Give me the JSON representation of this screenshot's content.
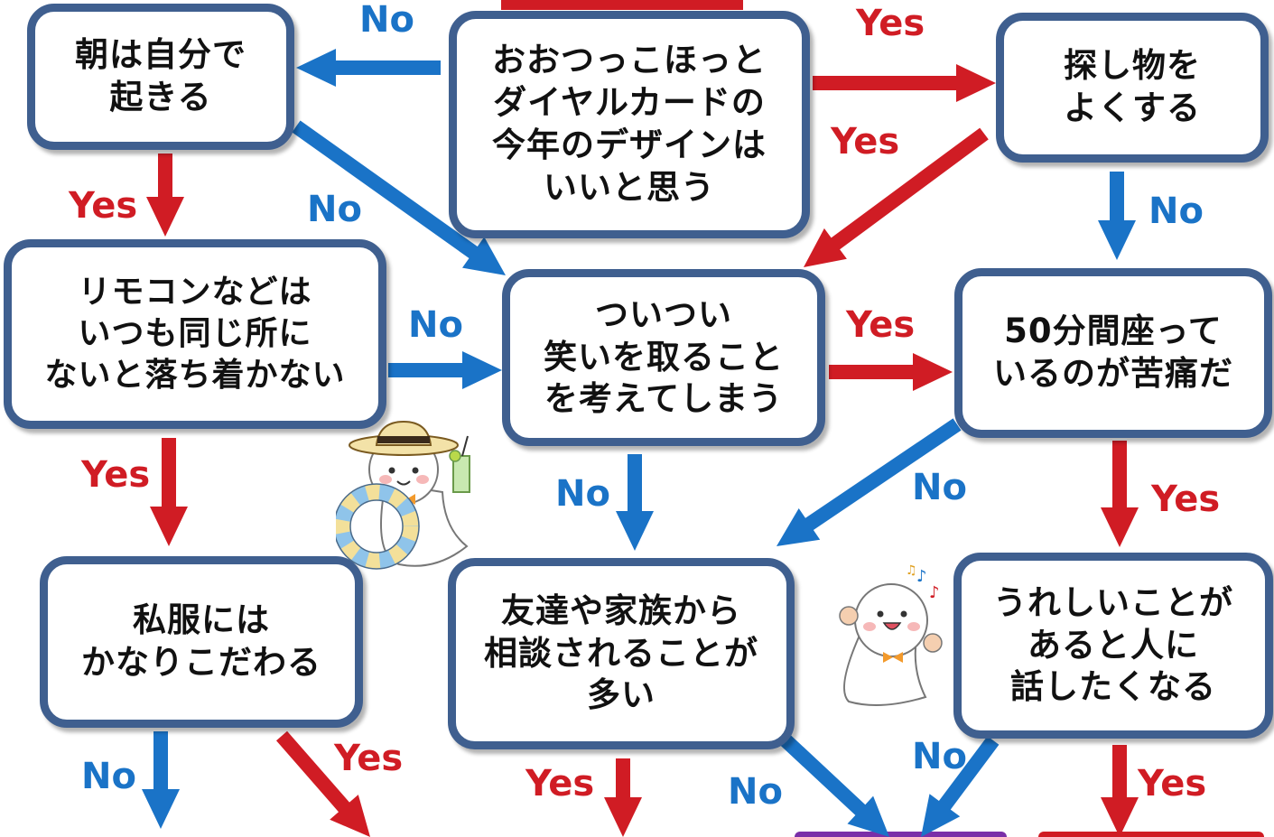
{
  "nodes": {
    "start": "おおつっこほっと\nダイヤルカードの\n今年のデザインは\nいいと思う",
    "wake": "朝は自分で\n起きる",
    "search": "探し物を\nよくする",
    "remote": "リモコンなどは\nいつも同じ所に\nないと落ち着かない",
    "laugh": "ついつい\n笑いを取ること\nを考えてしまう",
    "sit": "50分間座って\nいるのが苦痛だ",
    "clothes": "私服には\nかなりこだわる",
    "consult": "友達や家族から\n相談されることが\n多い",
    "happy": "うれしいことが\nあると人に\n話したくなる"
  },
  "labels": {
    "yes": "Yes",
    "no": "No"
  },
  "colors": {
    "yes": "#d01c24",
    "no": "#1a73c7",
    "box_border": "#3f5f8f"
  }
}
